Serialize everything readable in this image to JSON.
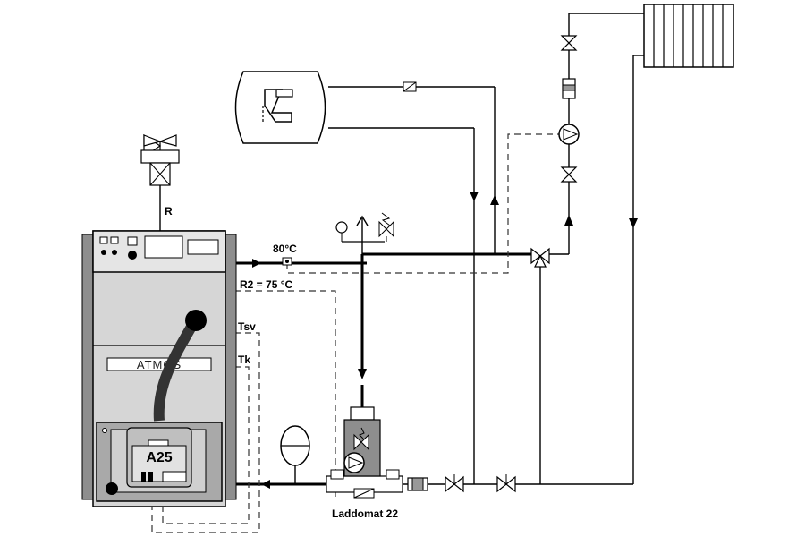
{
  "labels": {
    "r": "R",
    "temp_80": "80°C",
    "r2": "R2 = 75 °C",
    "tsv": "Tsv",
    "tk": "Tk",
    "brand": "ATMOS",
    "model": "A25",
    "laddomat": "Laddomat 22"
  },
  "colors": {
    "boiler_side": "#8e8e8e",
    "boiler_panel": "#d6d6d6",
    "boiler_door": "#a9a9a9",
    "pipe": "#000000",
    "signal": "#333333"
  },
  "icons": [
    "radiator-icon",
    "hot-water-tank-icon",
    "pump-icon",
    "valve-icon",
    "three-way-valve-icon",
    "expansion-tank-icon",
    "thermostatic-valve-icon",
    "filter-icon",
    "check-valve-icon",
    "flow-arrow-icon",
    "pressure-gauge-icon",
    "safety-valve-icon",
    "air-vent-icon"
  ]
}
